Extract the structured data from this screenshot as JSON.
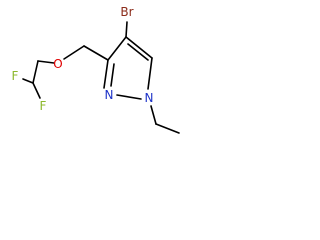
{
  "molecule": {
    "atoms": {
      "br": {
        "symbol": "Br",
        "color": "#8b2b1a"
      },
      "o": {
        "symbol": "O",
        "color": "#e00000"
      },
      "f1": {
        "symbol": "F",
        "color": "#8db82e"
      },
      "f2": {
        "symbol": "F",
        "color": "#8db82e"
      },
      "n_ring": {
        "symbol": "N",
        "color": "#1e33c8"
      },
      "n_ethyl": {
        "symbol": "N",
        "color": "#1e33c8"
      }
    },
    "bond_color": "#000000"
  }
}
